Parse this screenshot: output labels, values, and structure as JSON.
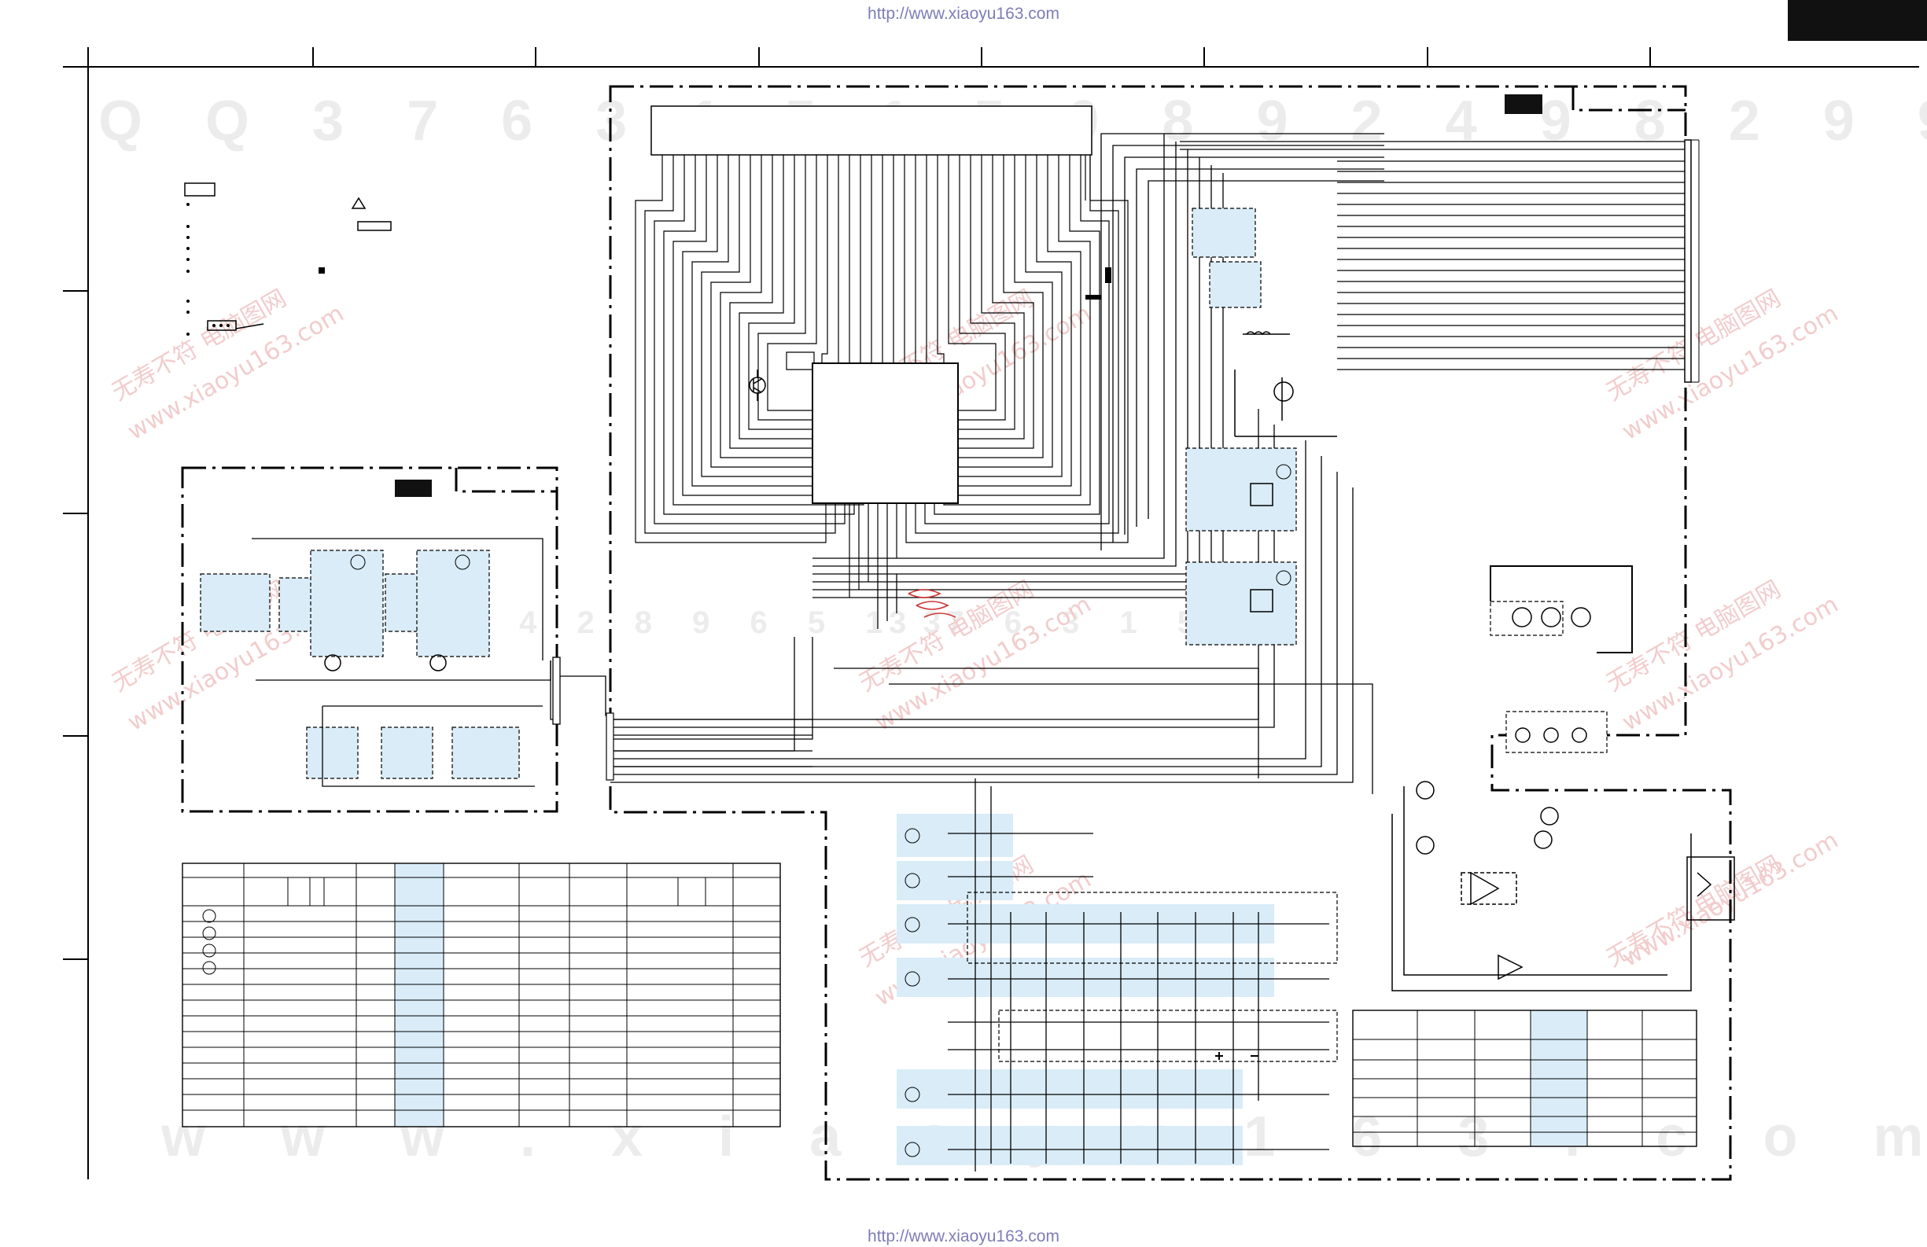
{
  "header": {
    "url_top": "http://www.xiaoyu163.com",
    "url_bottom": "http://www.xiaoyu163.com"
  },
  "watermarks": {
    "top_row": "Q Q 3 7 6 3 1 5 1 5 0   8 9 2 4 9 8 2 9 9",
    "bottom_row": "w w w . x i a o y u 1 6 3 . c o m",
    "mid_row_left": "2 9 9 4 2 8 9 6 5 1 3",
    "mid_row_right": "3 7 6 3 1 5 0",
    "cn_site": "无寿不符  电脑图网",
    "cn_site_url": "www.xiaoyu163.com"
  },
  "colors": {
    "line": "#000000",
    "highlight": "#d9ecf7",
    "watermark": "#ececec",
    "url": "#7d7db8",
    "annotation_red": "#cc3333"
  },
  "icons": [
    "resistor-symbol",
    "transistor-symbol",
    "switch-symbol",
    "led-symbol",
    "jack-symbol",
    "ground-symbol",
    "ic-chip"
  ]
}
